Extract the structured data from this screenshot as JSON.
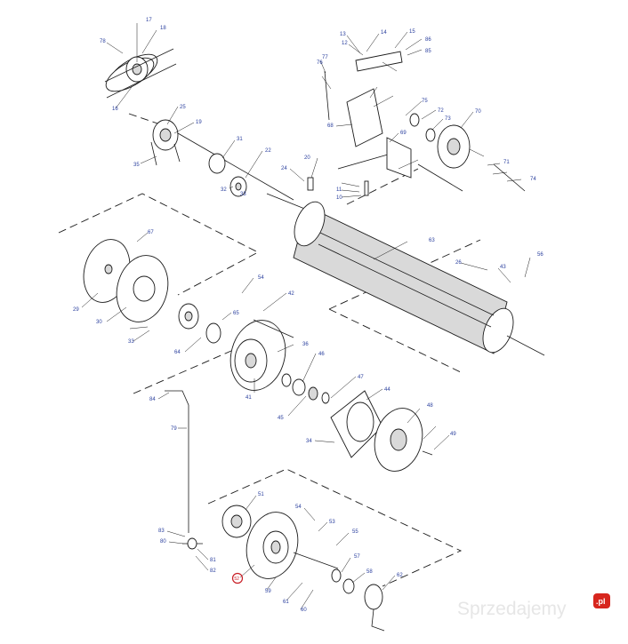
{
  "diagram": {
    "callouts": [
      "17",
      "78",
      "18",
      "16",
      "25",
      "19",
      "35",
      "31",
      "22",
      "32",
      "33",
      "13",
      "14",
      "12",
      "15",
      "86",
      "85",
      "77",
      "76",
      "75",
      "72",
      "73",
      "70",
      "68",
      "69",
      "71",
      "74",
      "20",
      "24",
      "11",
      "10",
      "67",
      "29",
      "30",
      "54",
      "42",
      "65",
      "64",
      "33",
      "63",
      "26",
      "43",
      "56",
      "36",
      "46",
      "41",
      "47",
      "44",
      "45",
      "48",
      "49",
      "34",
      "84",
      "79",
      "51",
      "54",
      "53",
      "55",
      "57",
      "58",
      "62",
      "59",
      "61",
      "60",
      "83",
      "80",
      "81",
      "82",
      "52"
    ],
    "highlight_color": "#c81d25",
    "highlight_label": "52",
    "callout_color": "#2a3f9e"
  },
  "watermark": {
    "text": "Sprzedajemy",
    "badge": ".pl",
    "badge_color": "#d7261e"
  }
}
